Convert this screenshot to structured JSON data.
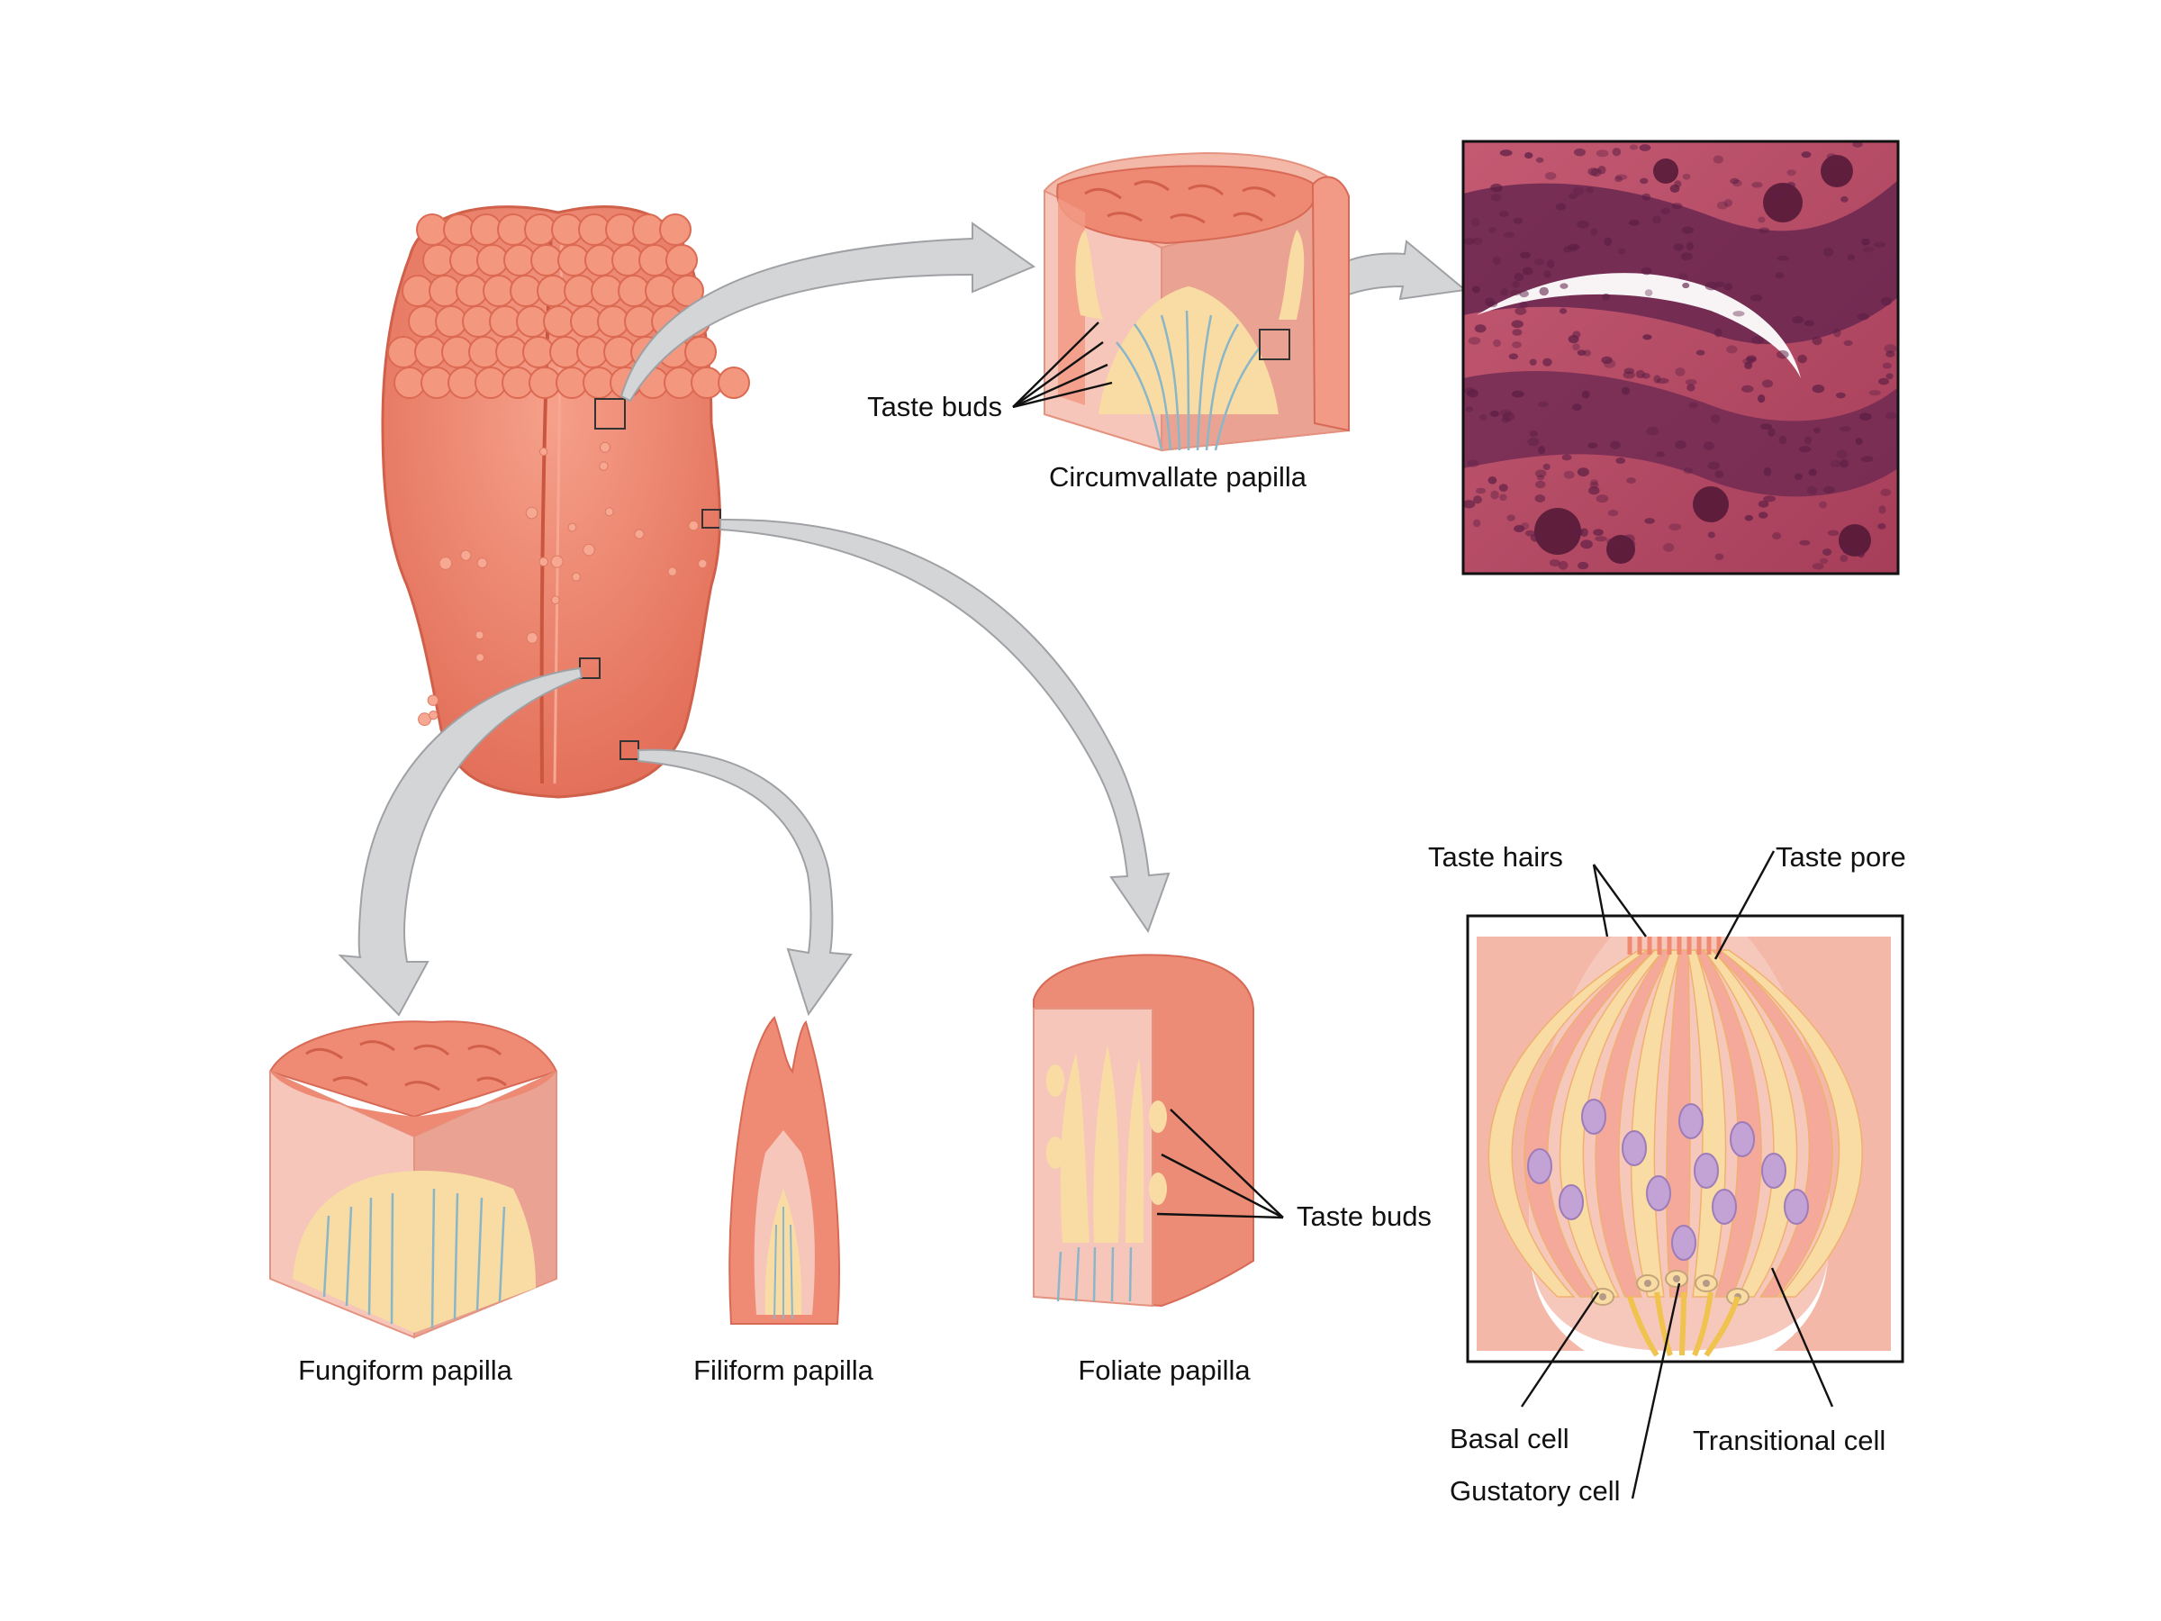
{
  "colors": {
    "tongue": "#f08a72",
    "tongue_dark": "#d9654e",
    "tissue_light": "#f6c1b4",
    "tissue_mid": "#eda79a",
    "bud_yellow": "#f8dca3",
    "nerve_blue": "#8ab6c9",
    "cell_purple": "#c3a2d6",
    "arrow_fill": "#d4d5d7",
    "micro_bg": "#b84a62",
    "micro_dark": "#5a1f42"
  },
  "labels": {
    "taste_buds_top": "Taste buds",
    "circumvallate": "Circumvallate papilla",
    "fungiform": "Fungiform papilla",
    "filiform": "Filiform papilla",
    "foliate": "Foliate papilla",
    "taste_buds_foliate": "Taste buds",
    "taste_hairs": "Taste hairs",
    "taste_pore": "Taste pore",
    "basal_cell": "Basal cell",
    "gustatory_cell": "Gustatory cell",
    "transitional_cell": "Transitional cell"
  }
}
